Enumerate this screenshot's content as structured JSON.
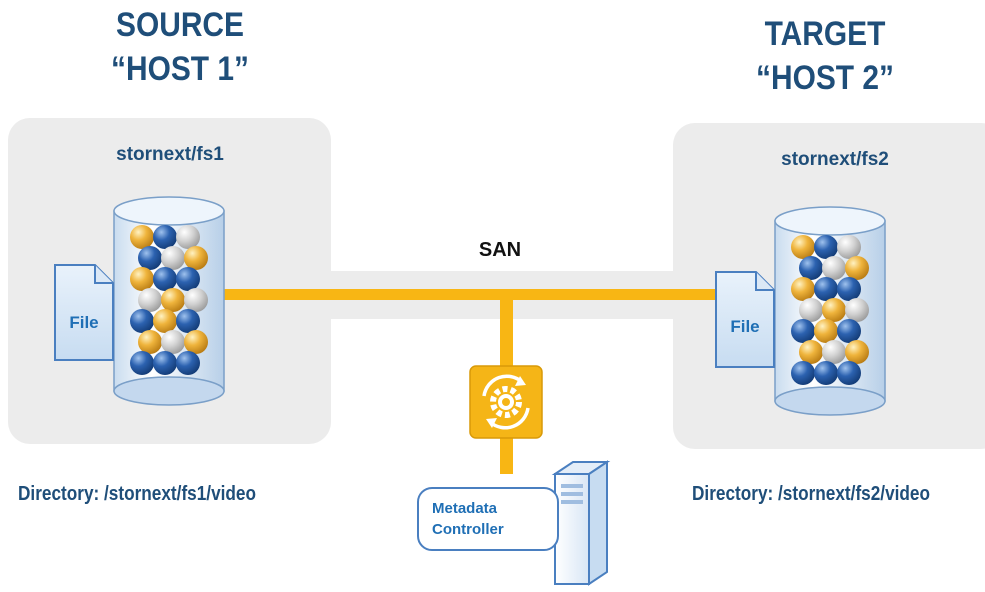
{
  "source": {
    "line1": "SOURCE",
    "line2": "“HOST 1”"
  },
  "target": {
    "line1": "TARGET",
    "line2": "“HOST 2”"
  },
  "host1": {
    "fs_label": "stornext/fs1",
    "file_label": "File",
    "directory": "Directory: /stornext/fs1/video"
  },
  "host2": {
    "fs_label": "stornext/fs2",
    "file_label": "File",
    "directory": "Directory: /stornext/fs2/video"
  },
  "network": {
    "label": "SAN"
  },
  "controller": {
    "line1": "Metadata",
    "line2": "Controller"
  },
  "colors": {
    "heading": "#1f4e79",
    "box_bg": "#ececec",
    "link": "#f8b614",
    "orb_blue": "#1f4f9a",
    "orb_gold": "#e0a429",
    "orb_gray": "#c8c8c8"
  },
  "icons": [
    "database-cylinder-icon",
    "file-icon",
    "sync-gear-icon",
    "server-tower-icon"
  ]
}
